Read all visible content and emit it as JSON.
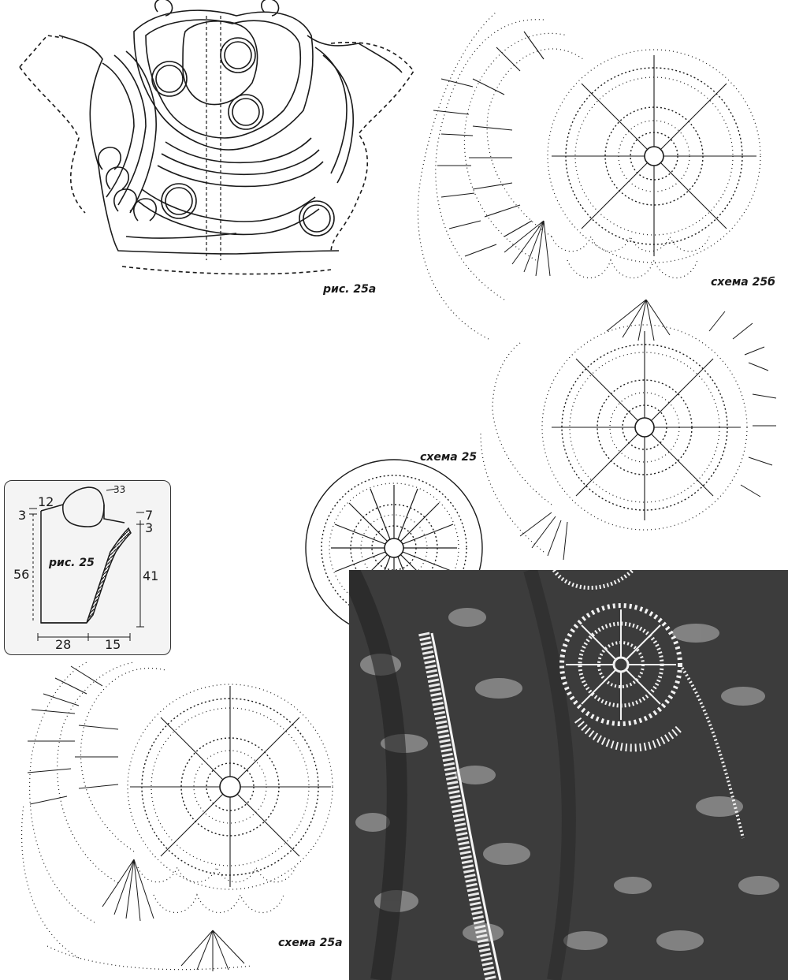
{
  "captions": {
    "fig_25a": "рис. 25а",
    "fig_25": "рис. 25",
    "scheme_25": "схема 25",
    "scheme_25a": "схема 25а",
    "scheme_25b": "схема 25б"
  },
  "pattern": {
    "dimensions": {
      "top_left": "3",
      "shoulder": "12",
      "armhole": "33",
      "height_left": "56",
      "top_right_a": "7",
      "top_right_b": "3",
      "height_right": "41",
      "bottom_left": "28",
      "bottom_right": "15"
    }
  },
  "colors": {
    "ink": "#1a1a1a",
    "photo_dark": "#3a3a3a",
    "thread": "#f2f2f2"
  }
}
